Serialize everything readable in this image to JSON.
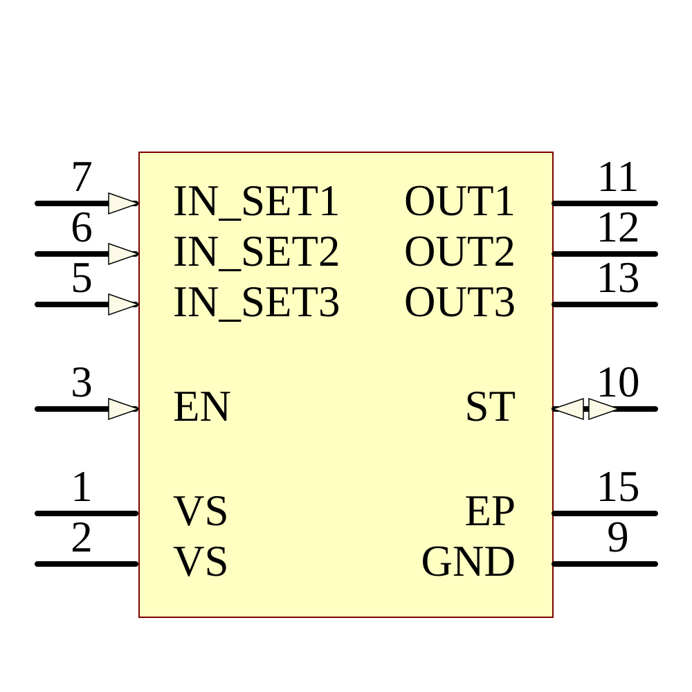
{
  "component": {
    "kind": "schematic-symbol",
    "body_fill": "#FFFFC2",
    "body_border_color": "#7C0000",
    "arrow_fill": "#FCFAE6",
    "wire_color": "#000000",
    "text_color": "#000000",
    "pins": {
      "left": [
        {
          "number": "7",
          "name": "IN_SET1",
          "type": "input"
        },
        {
          "number": "6",
          "name": "IN_SET2",
          "type": "input"
        },
        {
          "number": "5",
          "name": "IN_SET3",
          "type": "input"
        },
        {
          "number": "3",
          "name": "EN",
          "type": "input"
        },
        {
          "number": "1",
          "name": "VS",
          "type": "passive"
        },
        {
          "number": "2",
          "name": "VS",
          "type": "passive"
        }
      ],
      "right": [
        {
          "number": "11",
          "name": "OUT1",
          "type": "passive"
        },
        {
          "number": "12",
          "name": "OUT2",
          "type": "passive"
        },
        {
          "number": "13",
          "name": "OUT3",
          "type": "passive"
        },
        {
          "number": "10",
          "name": "ST",
          "type": "bidirectional"
        },
        {
          "number": "15",
          "name": "EP",
          "type": "passive"
        },
        {
          "number": "9",
          "name": "GND",
          "type": "passive"
        }
      ]
    }
  }
}
